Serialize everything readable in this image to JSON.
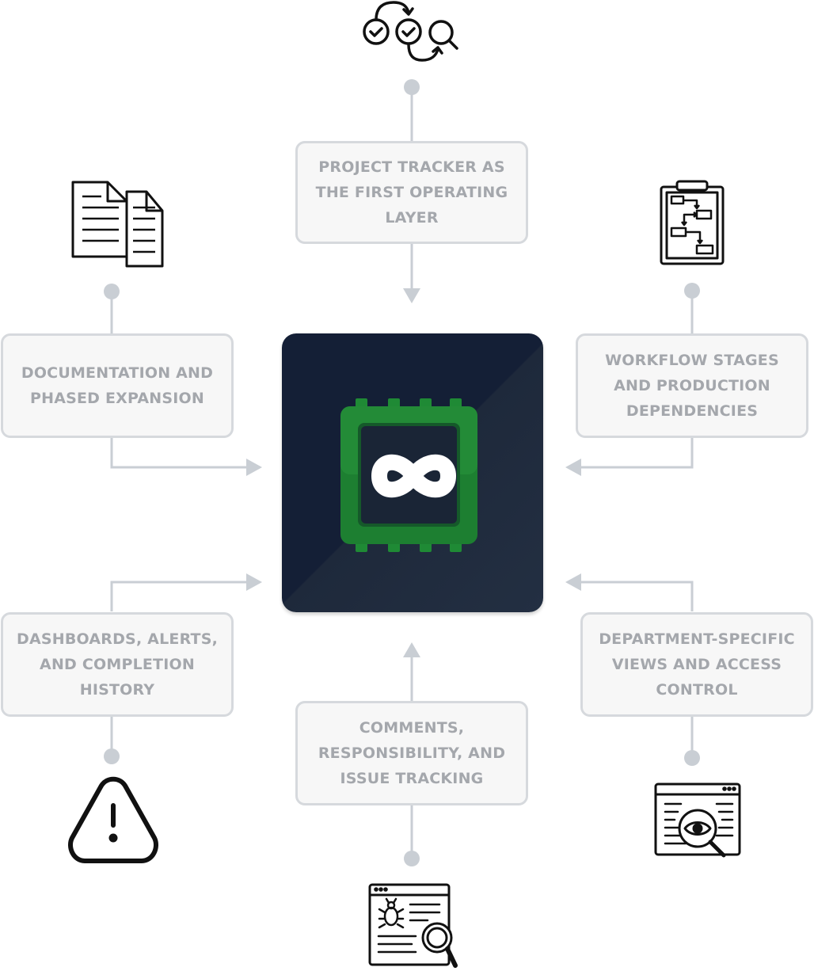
{
  "labels": {
    "top": "Project tracker as the first operating layer",
    "top_left": "Documentation and phased expansion",
    "top_right": "Workflow stages and production dependencies",
    "bottom_left": "Dashboards, alerts, and completion history",
    "bottom_right": "Department-specific views and access control",
    "bottom": "Comments, responsibility, and issue tracking"
  },
  "icons": {
    "top": "workflow-checks-search-icon",
    "top_left": "documents-icon",
    "top_right": "clipboard-flowchart-icon",
    "bottom_left": "alert-triangle-icon",
    "bottom_right": "browser-eye-search-icon",
    "bottom": "browser-bug-search-icon",
    "hub": "infinity-chip-logo"
  },
  "colors": {
    "connector": "#c9ced4",
    "label_border": "#d6d9dd",
    "label_fill": "#f7f7f7",
    "label_text": "#a4a7ac",
    "hub_background": "#141f36",
    "chip_green": "#1f8a35",
    "icon_stroke": "#111111"
  }
}
